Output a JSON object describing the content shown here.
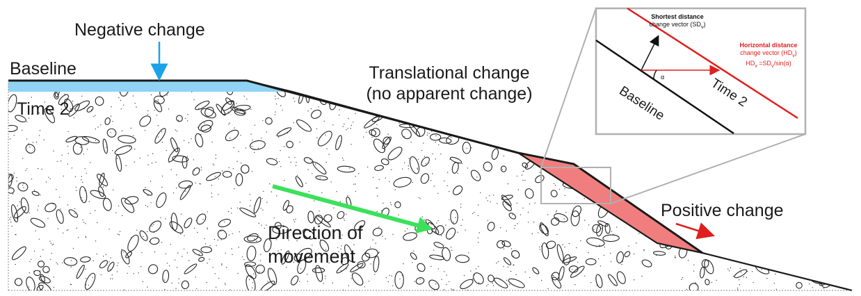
{
  "labels": {
    "negative_change": "Negative change",
    "baseline": "Baseline",
    "time2": "Time 2",
    "translational_line1": "Translational change",
    "translational_line2": "(no apparent change)",
    "direction_line1": "Direction of",
    "direction_line2": "movement",
    "positive_change": "Positive change"
  },
  "inset": {
    "shortest_line1": "Shortest distance",
    "shortest_line2": "change vector (SD",
    "shortest_sub": "v",
    "shortest_tail": ")",
    "horizontal_line1": "Horizontal distance",
    "horizontal_line2": "change vector (HD",
    "horizontal_sub": "v",
    "horizontal_tail": ")",
    "formula_a": "HD",
    "formula_sub1": "v",
    "formula_b": " =SD",
    "formula_sub2": "v",
    "formula_c": "/sin(α)",
    "angle": "α",
    "baseline": "Baseline",
    "time2": "Time 2"
  },
  "colors": {
    "negative_fill": "#8fd3f5",
    "negative_arrow": "#1aa3e8",
    "positive_fill": "#f07070",
    "positive_arrow": "#e01e1e",
    "movement_arrow": "#3de05a",
    "inset_border": "#b0b0b0",
    "outline": "#1a1a1a"
  }
}
